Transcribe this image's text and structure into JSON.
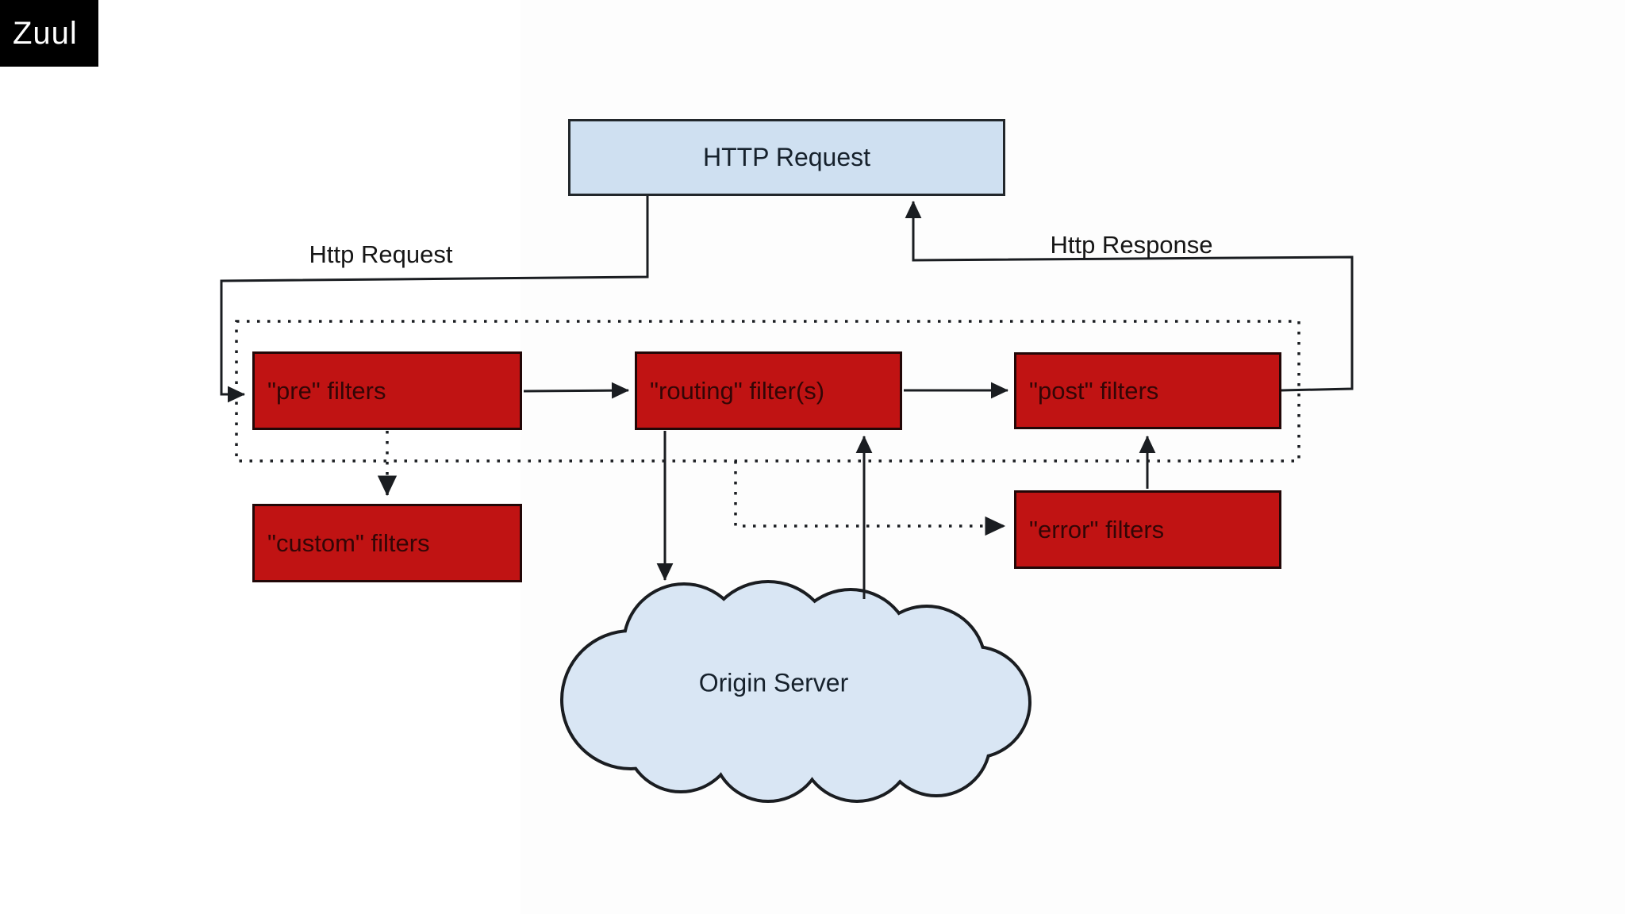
{
  "app": {
    "badge": "Zuul"
  },
  "colors": {
    "ink": "#1a1d21",
    "box-red": "#c01313",
    "box-red-border": "#220707",
    "box-red-text": "#330606",
    "box-blue": "#cfe0f1",
    "box-blue-border": "#22272b",
    "box-blue-text": "#16212c",
    "cloud-fill": "#d9e6f4",
    "badge-bg": "#000000",
    "badge-text": "#ffffff",
    "canvas": "#ffffff"
  },
  "diagram": {
    "title_implicit": "Zuul request lifecycle",
    "nodes": {
      "http_request": {
        "label": "HTTP Request"
      },
      "pre": {
        "label": "\"pre\" filters"
      },
      "routing": {
        "label": "\"routing\" filter(s)"
      },
      "post": {
        "label": "\"post\" filters"
      },
      "custom": {
        "label": "\"custom\" filters"
      },
      "error": {
        "label": "\"error\" filters"
      },
      "origin_server": {
        "label": "Origin Server"
      }
    },
    "edge_labels": {
      "request": "Http Request",
      "response": "Http Response"
    },
    "edges": [
      {
        "from": "http_request",
        "to": "pre",
        "style": "solid",
        "label": "Http Request"
      },
      {
        "from": "pre",
        "to": "routing",
        "style": "solid"
      },
      {
        "from": "routing",
        "to": "post",
        "style": "solid"
      },
      {
        "from": "post",
        "to": "http_request",
        "style": "solid",
        "label": "Http Response"
      },
      {
        "from": "routing",
        "to": "origin_server",
        "style": "solid"
      },
      {
        "from": "origin_server",
        "to": "routing",
        "style": "solid"
      },
      {
        "from": "error",
        "to": "post",
        "style": "solid"
      },
      {
        "from": "pre",
        "to": "custom",
        "style": "dotted"
      },
      {
        "from": "filter_chain",
        "to": "error",
        "style": "dotted"
      }
    ]
  }
}
